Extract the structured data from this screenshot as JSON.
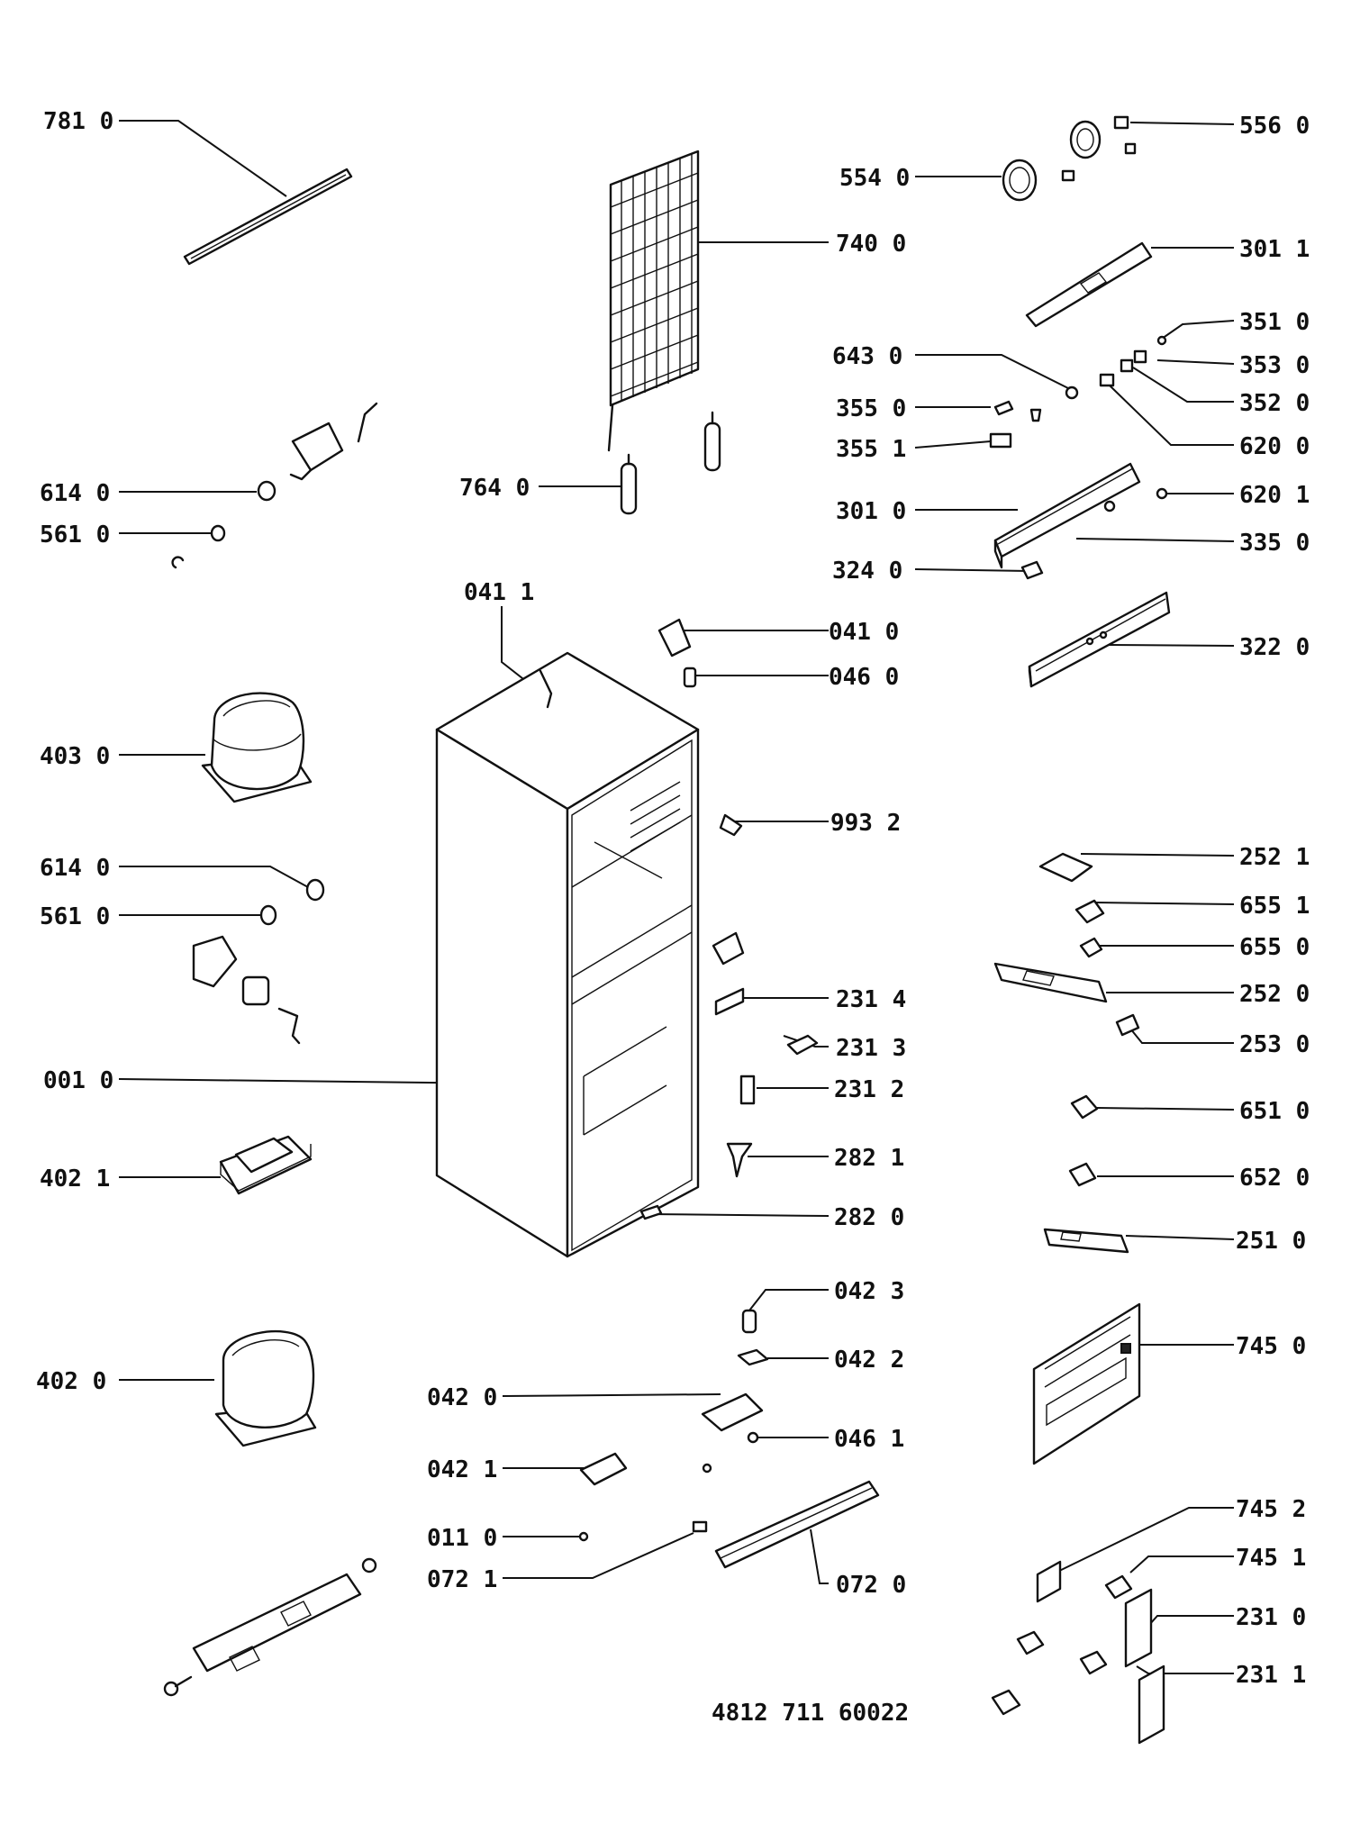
{
  "diagram": {
    "callouts": [
      {
        "id": "c7810",
        "label": "781 0"
      },
      {
        "id": "c6140a",
        "label": "614 0"
      },
      {
        "id": "c5610a",
        "label": "561 0"
      },
      {
        "id": "c4030",
        "label": "403 0"
      },
      {
        "id": "c6140b",
        "label": "614 0"
      },
      {
        "id": "c5610b",
        "label": "561 0"
      },
      {
        "id": "c0010",
        "label": "001 0"
      },
      {
        "id": "c4021",
        "label": "402 1"
      },
      {
        "id": "c4020",
        "label": "402 0"
      },
      {
        "id": "c7640",
        "label": "764 0"
      },
      {
        "id": "c0411",
        "label": "041 1"
      },
      {
        "id": "c0420",
        "label": "042 0"
      },
      {
        "id": "c0421",
        "label": "042 1"
      },
      {
        "id": "c0110",
        "label": "011 0"
      },
      {
        "id": "c0721",
        "label": "072 1"
      },
      {
        "id": "c5540",
        "label": "554 0"
      },
      {
        "id": "c7400",
        "label": "740 0"
      },
      {
        "id": "c6430",
        "label": "643 0"
      },
      {
        "id": "c3550",
        "label": "355 0"
      },
      {
        "id": "c3551",
        "label": "355 1"
      },
      {
        "id": "c3010",
        "label": "301 0"
      },
      {
        "id": "c3240",
        "label": "324 0"
      },
      {
        "id": "c0410",
        "label": "041  0"
      },
      {
        "id": "c0460",
        "label": "046  0"
      },
      {
        "id": "c9932",
        "label": "993 2"
      },
      {
        "id": "c2314",
        "label": "231 4"
      },
      {
        "id": "c2313",
        "label": "231 3"
      },
      {
        "id": "c2312",
        "label": "231 2"
      },
      {
        "id": "c2821",
        "label": "282 1"
      },
      {
        "id": "c2820",
        "label": "282 0"
      },
      {
        "id": "c0423",
        "label": "042 3"
      },
      {
        "id": "c0422",
        "label": "042 2"
      },
      {
        "id": "c0461",
        "label": "046 1"
      },
      {
        "id": "c0720",
        "label": "072 0"
      },
      {
        "id": "c5560",
        "label": "556 0"
      },
      {
        "id": "c3011",
        "label": "301 1"
      },
      {
        "id": "c3510",
        "label": "351 0"
      },
      {
        "id": "c3530",
        "label": "353 0"
      },
      {
        "id": "c3520",
        "label": "352 0"
      },
      {
        "id": "c6200",
        "label": "620 0"
      },
      {
        "id": "c6201",
        "label": "620 1"
      },
      {
        "id": "c3350",
        "label": "335 0"
      },
      {
        "id": "c3220",
        "label": "322 0"
      },
      {
        "id": "c2521",
        "label": "252 1"
      },
      {
        "id": "c6551",
        "label": "655 1"
      },
      {
        "id": "c6550",
        "label": "655 0"
      },
      {
        "id": "c2520",
        "label": "252 0"
      },
      {
        "id": "c2530",
        "label": "253 0"
      },
      {
        "id": "c6510",
        "label": "651 0"
      },
      {
        "id": "c6520",
        "label": "652 0"
      },
      {
        "id": "c2510",
        "label": "251 0"
      },
      {
        "id": "c7450",
        "label": "745 0"
      },
      {
        "id": "c7452",
        "label": "745 2"
      },
      {
        "id": "c7451",
        "label": "745 1"
      },
      {
        "id": "c2310",
        "label": "231 0"
      },
      {
        "id": "c2311",
        "label": "231 1"
      }
    ],
    "footer_code": "4812 711 60022"
  }
}
